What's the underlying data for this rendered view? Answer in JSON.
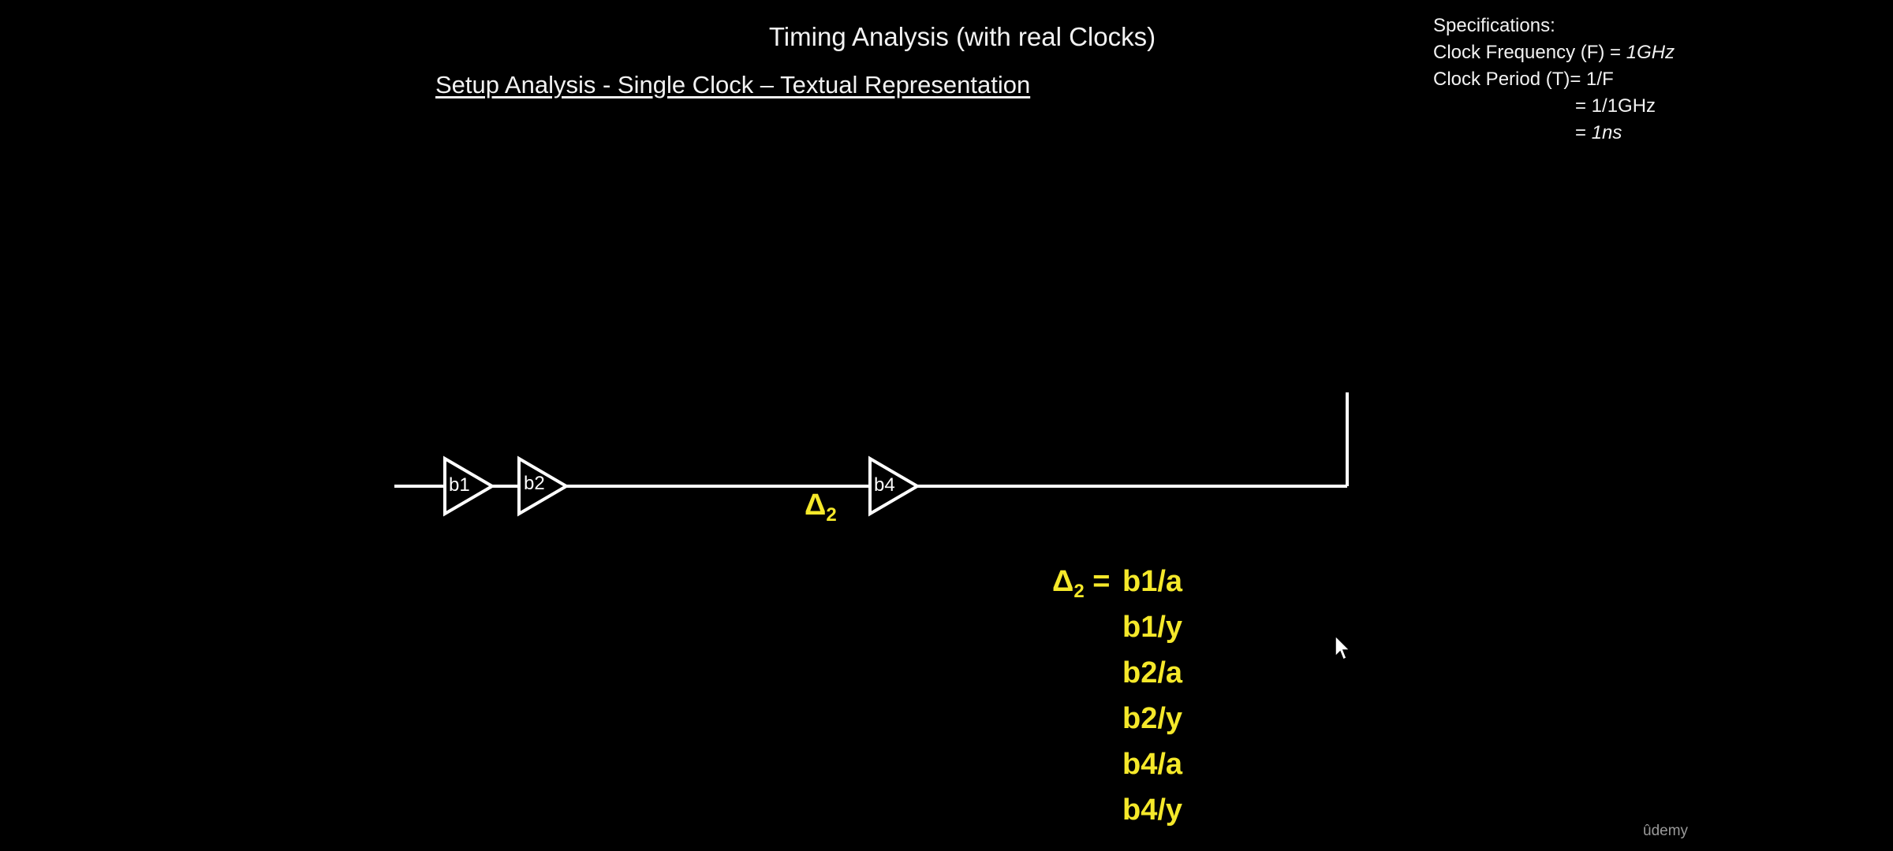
{
  "slide": {
    "title": "Timing Analysis (with real Clocks)",
    "subtitle": "Setup Analysis - Single Clock – Textual Representation"
  },
  "specifications": {
    "heading": "Specifications:",
    "freq_label": "Clock Frequency (F) = ",
    "freq_value": "1GHz",
    "period_label": "Clock Period (T)= 1/F",
    "period_step": "= 1/1GHz",
    "period_eq": "= ",
    "period_value": "1ns"
  },
  "circuit": {
    "buffers": [
      "b1",
      "b2",
      "b4"
    ],
    "delta_symbol": "Δ",
    "delta_sub": "2"
  },
  "expression": {
    "lhs_symbol": "Δ",
    "lhs_sub": "2",
    "eq": " = ",
    "terms": [
      "b1/a",
      "b1/y",
      "b2/a",
      "b2/y",
      "b4/a",
      "b4/y"
    ]
  },
  "watermark": "ûdemy",
  "colors": {
    "background": "#000000",
    "highlight": "#f5e82a",
    "text": "#f2f2f2"
  }
}
